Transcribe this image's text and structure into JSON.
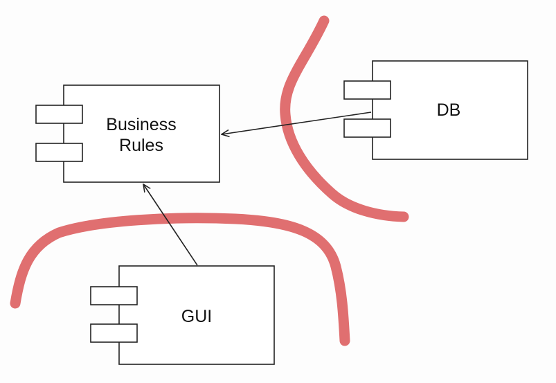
{
  "components": {
    "business_rules": {
      "line1": "Business",
      "line2": "Rules"
    },
    "db": {
      "label": "DB"
    },
    "gui": {
      "label": "GUI"
    }
  },
  "colors": {
    "boundary": "#e06f70",
    "stroke": "#222222"
  }
}
